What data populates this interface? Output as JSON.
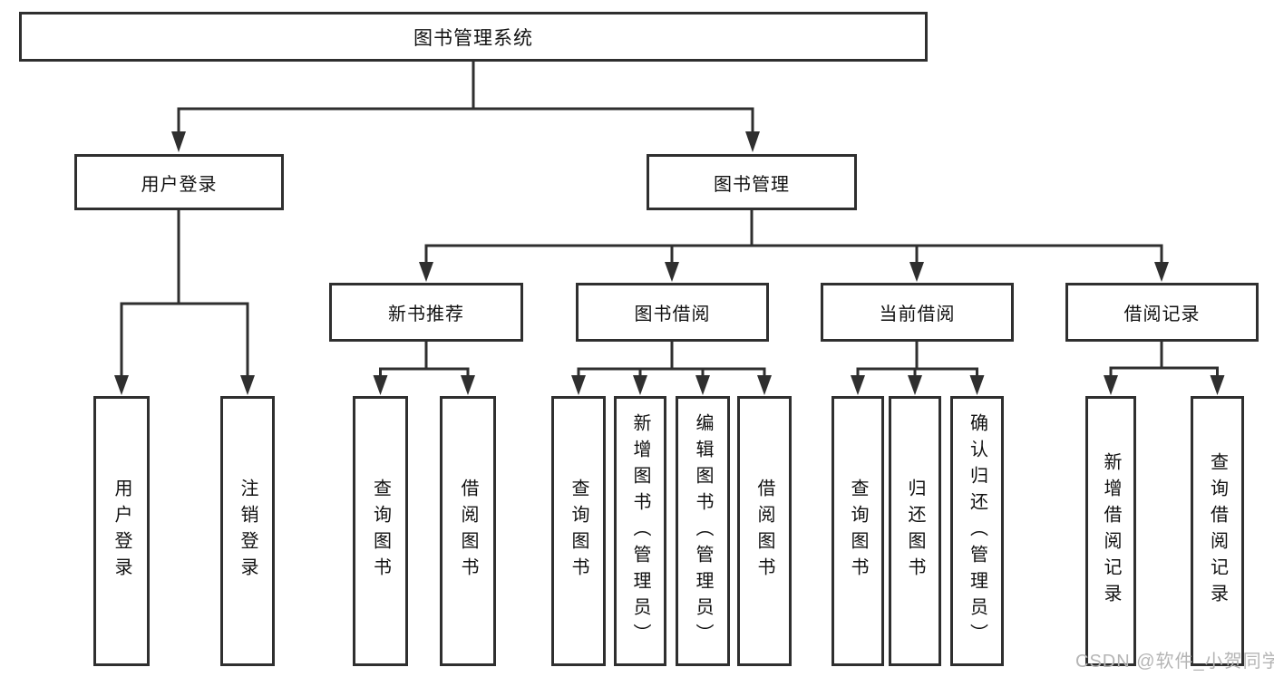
{
  "colors": {
    "line": "#2f2f2f",
    "text": "#111111",
    "background": "#ffffff",
    "watermark_text": "#b5b5b5"
  },
  "diagram": {
    "type": "hierarchy-tree",
    "root": {
      "label": "图书管理系统"
    },
    "branches": [
      {
        "label": "用户登录",
        "children": [
          {
            "label": "用户登录"
          },
          {
            "label": "注销登录"
          }
        ]
      },
      {
        "label": "图书管理",
        "children": [
          {
            "label": "新书推荐",
            "children": [
              {
                "label": "查询图书"
              },
              {
                "label": "借阅图书"
              }
            ]
          },
          {
            "label": "图书借阅",
            "children": [
              {
                "label": "查询图书"
              },
              {
                "label": "新增图书（管理员）"
              },
              {
                "label": "编辑图书（管理员）"
              },
              {
                "label": "借阅图书"
              }
            ]
          },
          {
            "label": "当前借阅",
            "children": [
              {
                "label": "查询图书"
              },
              {
                "label": "归还图书"
              },
              {
                "label": "确认归还（管理员）"
              }
            ]
          },
          {
            "label": "借阅记录",
            "children": [
              {
                "label": "新增借阅记录"
              },
              {
                "label": "查询借阅记录"
              }
            ]
          }
        ]
      }
    ]
  },
  "watermark": {
    "text": "CSDN @软件_小贺同学"
  }
}
